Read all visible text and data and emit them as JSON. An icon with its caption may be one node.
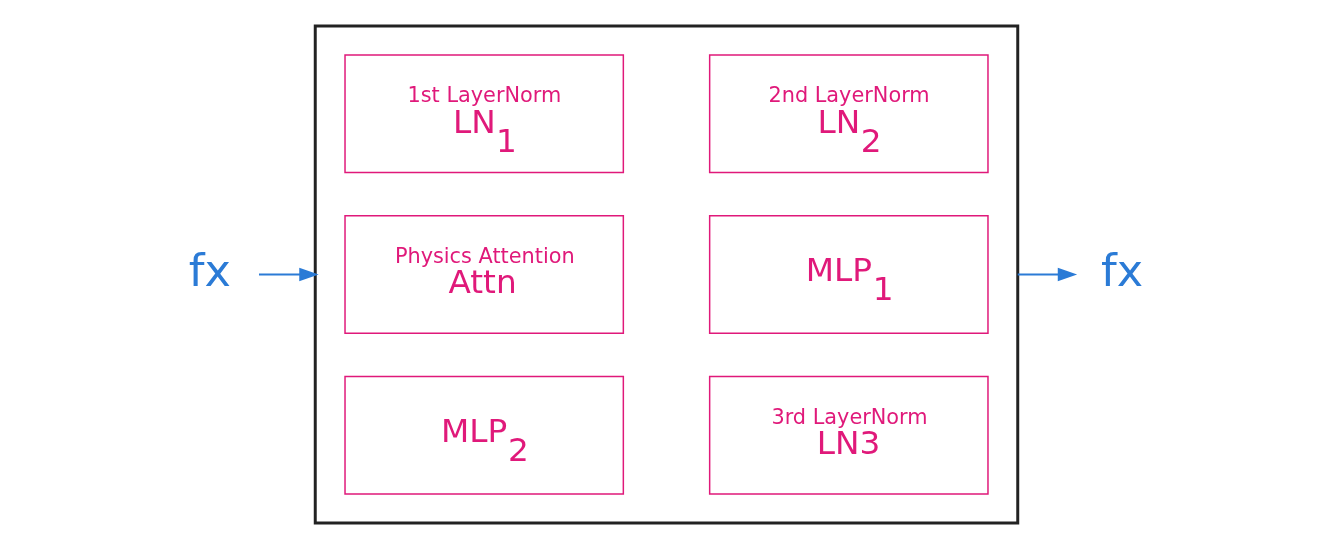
{
  "diagram": {
    "nodes": [
      {
        "text": [
          "fx"
        ]
      },
      {
        "text": [],
        "shape": "box"
      },
      {
        "text": [
          "1st LayerNorm",
          "LN$_{1}$"
        ],
        "in": 1
      },
      {
        "text": [
          "2nd LayerNorm",
          "LN$_{2}$"
        ],
        "in": 1
      },
      {
        "text": [
          "Physics Attention",
          "Attn"
        ],
        "in": 1
      },
      {
        "text": [
          "MLP$_{1}$"
        ],
        "in": 1
      },
      {
        "text": [
          "MLP$_{2}$"
        ],
        "in": 1
      },
      {
        "text": [
          "3rd LayerNorm",
          "LN3"
        ],
        "in": 1
      },
      {
        "text": [
          "fx"
        ]
      }
    ],
    "edges": [
      {
        "from": 0,
        "to": 1,
        "arrow": "to"
      },
      {
        "from": 1,
        "to": 8,
        "arrow": "to"
      }
    ]
  }
}
